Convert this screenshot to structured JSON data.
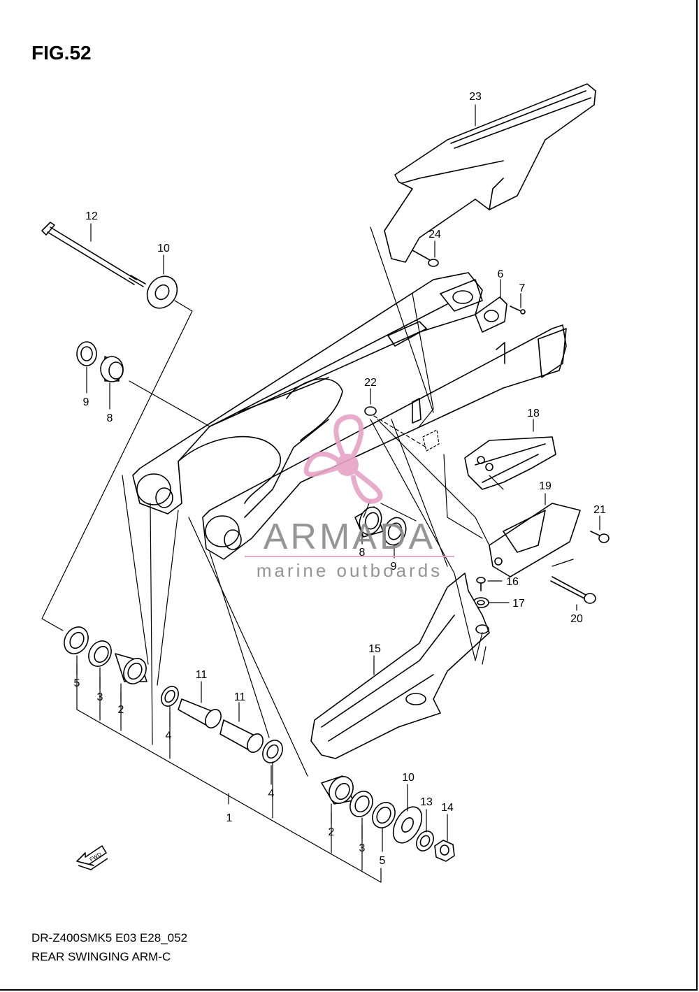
{
  "figure": {
    "title": "FIG.52"
  },
  "footer": {
    "model_code": "DR-Z400SMK5 E03 E28_052",
    "section_name": "REAR SWINGING ARM-C"
  },
  "watermark": {
    "brand": "ARMADA",
    "tagline": "marine outboards",
    "logo_color": "#e7a3c6",
    "text_color": "#8a8a8a"
  },
  "fwd_indicator": {
    "label": "FWD"
  },
  "callouts": {
    "c23": "23",
    "c12": "12",
    "c10a": "10",
    "c24": "24",
    "c6": "6",
    "c7": "7",
    "c9a": "9",
    "c8a": "8",
    "c22": "22",
    "c18": "18",
    "c19": "19",
    "c21": "21",
    "c8b": "8",
    "c9b": "9",
    "c16": "16",
    "c17": "17",
    "c20": "20",
    "c15": "15",
    "c11a": "11",
    "c11b": "11",
    "c5a": "5",
    "c3a": "3",
    "c2a": "2",
    "c4a": "4",
    "c4b": "4",
    "c1": "1",
    "c10b": "10",
    "c13": "13",
    "c14": "14",
    "c2b": "2",
    "c3b": "3",
    "c5b": "5"
  }
}
